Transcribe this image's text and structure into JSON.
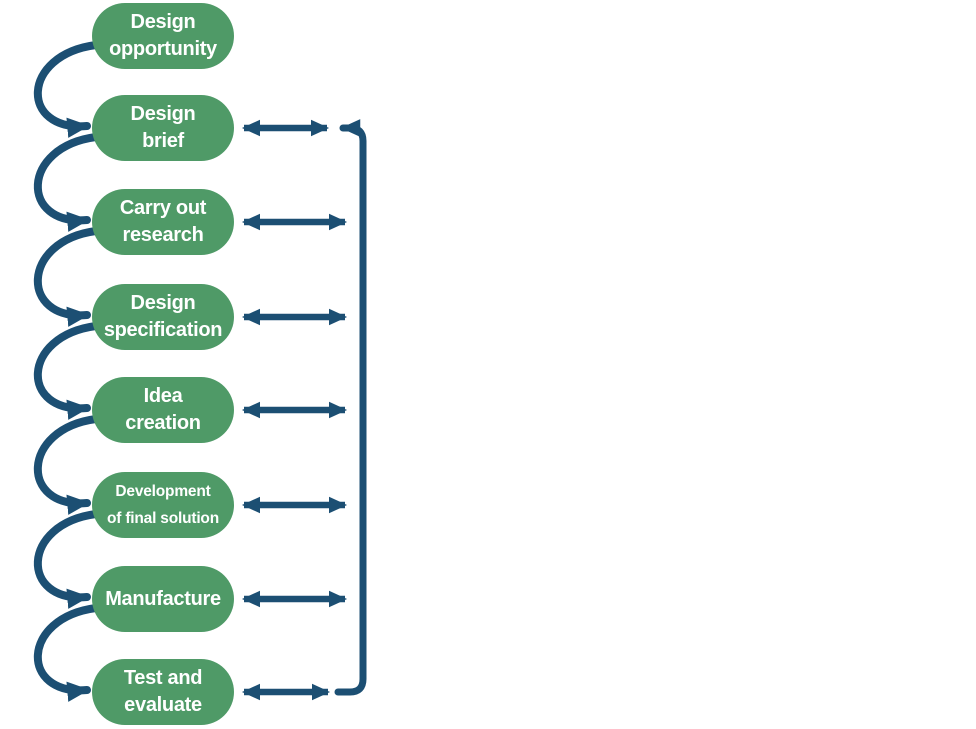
{
  "diagram": {
    "type": "process-flow",
    "colors": {
      "stage_pill_green": "#4f9a67",
      "arrow_navy": "#1c4f73",
      "pill_text": "#ffffff",
      "background": "#ffffff"
    },
    "stages": [
      {
        "label": "Design opportunity",
        "line1": "Design",
        "line2": "opportunity"
      },
      {
        "label": "Design brief",
        "line1": "Design",
        "line2": "brief"
      },
      {
        "label": "Carry out research",
        "line1": "Carry out",
        "line2": "research"
      },
      {
        "label": "Design specification",
        "line1": "Design",
        "line2": "specification"
      },
      {
        "label": "Idea creation",
        "line1": "Idea",
        "line2": "creation"
      },
      {
        "label": "Development of final solution",
        "line1": "Development",
        "line2": "of final solution"
      },
      {
        "label": "Manufacture",
        "line1": "Manufacture",
        "line2": ""
      },
      {
        "label": "Test and evaluate",
        "line1": "Test and",
        "line2": "evaluate"
      }
    ],
    "connectors": {
      "sequence_arrows": "curved arrows linking each stage to the next",
      "iteration_arrows": "double-headed arrows from each stage (Design brief to Test and evaluate)",
      "feedback_loop": "vertical line linking Test and evaluate back to Design brief"
    }
  }
}
